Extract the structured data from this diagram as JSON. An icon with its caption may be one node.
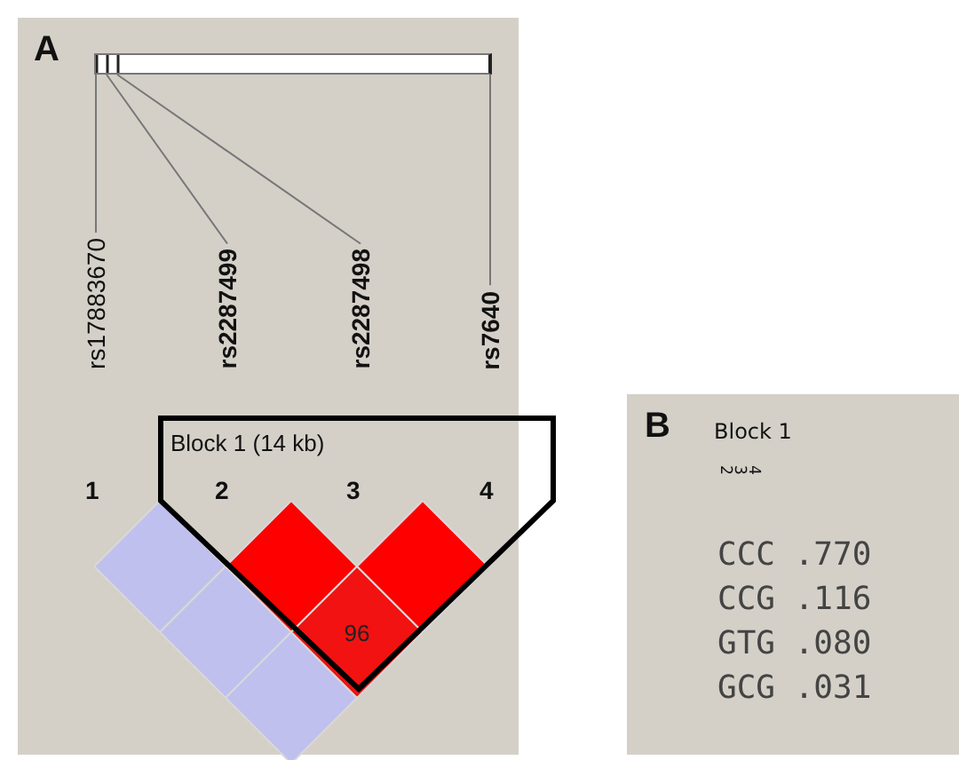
{
  "diagram": {
    "nodes": [
      {
        "text": [],
        "shape": "bar"
      },
      {
        "text": [
          "rs17883670"
        ]
      },
      {
        "text": [
          "rs2287499"
        ]
      },
      {
        "text": [
          "rs2287498"
        ]
      },
      {
        "text": [
          "rs7640"
        ]
      },
      {
        "text": [
          "Block 1 (14 kb)"
        ]
      },
      {
        "text": [],
        "shape": "diamond"
      },
      {
        "text": [],
        "shape": "diamond",
        "in": 5
      },
      {
        "text": [],
        "shape": "diamond",
        "in": 5
      },
      {
        "text": [],
        "shape": "diamond"
      },
      {
        "text": [
          "96"
        ],
        "in": 5
      },
      {
        "text": [],
        "shape": "diamond"
      }
    ],
    "edges": [
      {
        "from": 0,
        "to": 1,
        "arrow": "none"
      },
      {
        "from": 0,
        "to": 2,
        "arrow": "none"
      },
      {
        "from": 0,
        "to": 3,
        "arrow": "none"
      },
      {
        "from": 0,
        "to": 4,
        "arrow": "none"
      }
    ],
    "labels": [
      "A",
      "1",
      "2",
      "3",
      "4",
      "B",
      "Block 1",
      "2",
      "3",
      "4",
      "CCC .770",
      "CCG .116",
      "GTG .080",
      "GCG .031"
    ]
  }
}
